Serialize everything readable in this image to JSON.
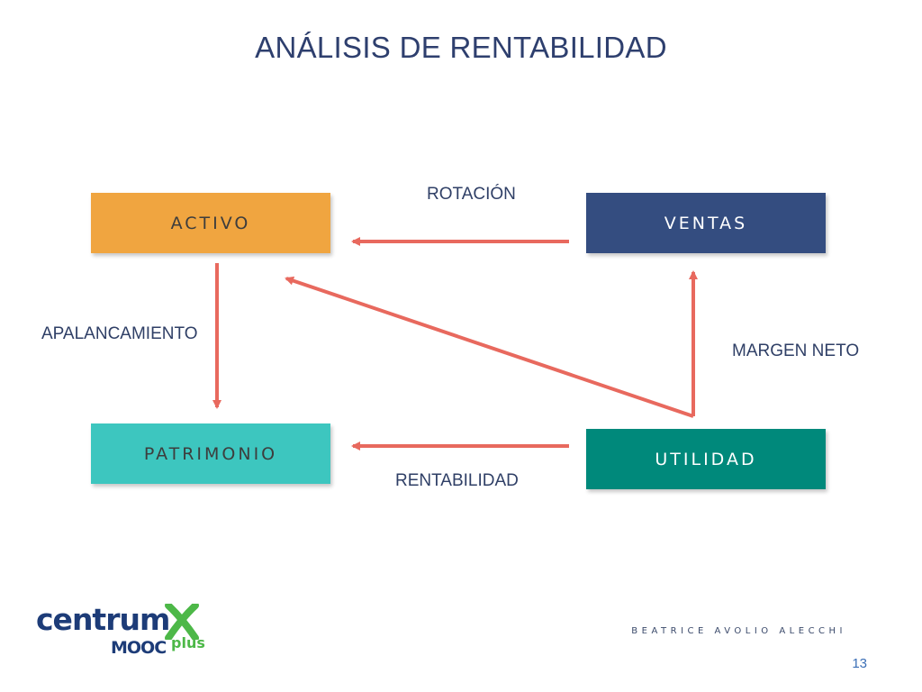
{
  "slide": {
    "title": "ANÁLISIS DE RENTABILIDAD",
    "author": "BEATRICE AVOLIO ALECCHI",
    "page_number": "13"
  },
  "boxes": {
    "activo": {
      "label": "ACTIVO",
      "color": "#f0a540",
      "text_color": "#3d3d3d"
    },
    "ventas": {
      "label": "VENTAS",
      "color": "#344d80",
      "text_color": "#ffffff"
    },
    "patrimonio": {
      "label": "PATRIMONIO",
      "color": "#3dc6bf",
      "text_color": "#3d3d3d"
    },
    "utilidad": {
      "label": "UTILIDAD",
      "color": "#00897b",
      "text_color": "#ffffff"
    }
  },
  "relations": {
    "rotacion": {
      "label": "ROTACIÓN",
      "from": "VENTAS",
      "to": "ACTIVO"
    },
    "apalancamiento": {
      "label": "APALANCAMIENTO",
      "from": "ACTIVO",
      "to": "PATRIMONIO"
    },
    "margen_neto": {
      "label": "MARGEN NETO",
      "from": "UTILIDAD",
      "to": "VENTAS"
    },
    "rentabilidad": {
      "label": "RENTABILIDAD",
      "from": "UTILIDAD",
      "to": "PATRIMONIO"
    },
    "diagonal": {
      "from": "UTILIDAD",
      "to": "ACTIVO"
    }
  },
  "arrow_color": "#e8695e",
  "logo": {
    "brand": "centrum",
    "sub": "MOOC",
    "plus": "plus",
    "brand_color": "#1d3c78",
    "accent_color": "#4db848"
  }
}
